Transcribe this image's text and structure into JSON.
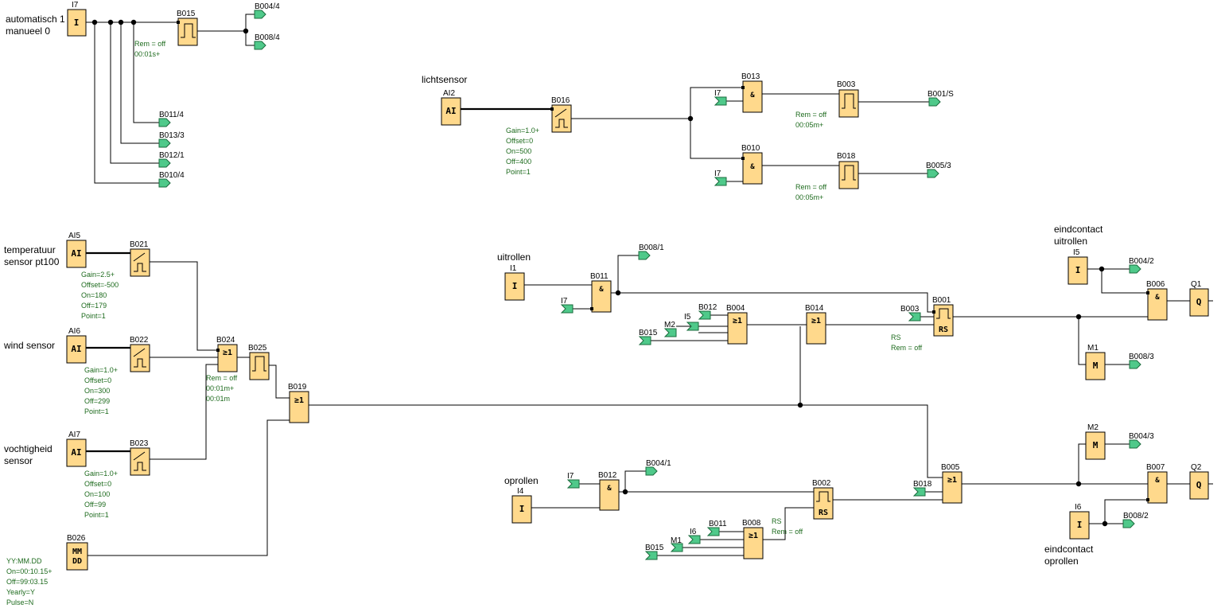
{
  "sections": {
    "mode": [
      "automatisch 1",
      "manueel 0"
    ],
    "lichtsensor": "lichtsensor",
    "temperatuur": [
      "temperatuur",
      "sensor pt100"
    ],
    "wind": "wind sensor",
    "vochtigheid": [
      "vochtigheid",
      "sensor"
    ],
    "uitrollen": "uitrollen",
    "oprollen": "oprollen",
    "eindcontact_uit": [
      "eindcontact",
      "uitrollen"
    ],
    "eindcontact_op": [
      "eindcontact",
      "oprollen"
    ]
  },
  "blocks": {
    "I7": {
      "label": "I7",
      "sym": "I"
    },
    "B015": {
      "label": "B015",
      "params": [
        "Rem = off",
        "00:01s+"
      ]
    },
    "AI2": {
      "label": "AI2",
      "sym": "AI"
    },
    "B016": {
      "label": "B016",
      "params": [
        "Gain=1.0+",
        "Offset=0",
        "On=500",
        "Off=400",
        "Point=1"
      ]
    },
    "B013": {
      "label": "B013",
      "sym": "&"
    },
    "B003": {
      "label": "B003",
      "params": [
        "Rem = off",
        "00:05m+"
      ]
    },
    "B010": {
      "label": "B010",
      "sym": "&"
    },
    "B018": {
      "label": "B018",
      "params": [
        "Rem = off",
        "00:05m+"
      ]
    },
    "AI5": {
      "label": "AI5",
      "sym": "AI"
    },
    "B021": {
      "label": "B021",
      "params": [
        "Gain=2.5+",
        "Offset=-500",
        "On=180",
        "Off=179",
        "Point=1"
      ]
    },
    "AI6": {
      "label": "AI6",
      "sym": "AI"
    },
    "B022": {
      "label": "B022",
      "params": [
        "Gain=1.0+",
        "Offset=0",
        "On=300",
        "Off=299",
        "Point=1"
      ]
    },
    "AI7": {
      "label": "AI7",
      "sym": "AI"
    },
    "B023": {
      "label": "B023",
      "params": [
        "Gain=1.0+",
        "Offset=0",
        "On=100",
        "Off=99",
        "Point=1"
      ]
    },
    "B024": {
      "label": "B024",
      "sym": "≥1"
    },
    "B025": {
      "label": "B025",
      "params": [
        "Rem = off",
        "00:01m+",
        "00:01m"
      ]
    },
    "B019": {
      "label": "B019",
      "sym": "≥1"
    },
    "B026": {
      "label": "B026",
      "sym": [
        "MM",
        "DD"
      ],
      "params": [
        "YY:MM.DD",
        "On=00:10.15+",
        "Off=99:03.15",
        "Yearly=Y",
        "Pulse=N"
      ]
    },
    "I1": {
      "label": "I1",
      "sym": "I"
    },
    "B011": {
      "label": "B011",
      "sym": "&"
    },
    "B004": {
      "label": "B004",
      "sym": "≥1"
    },
    "B014": {
      "label": "B014",
      "sym": "≥1"
    },
    "B001": {
      "label": "B001",
      "sym": "RS",
      "params": [
        "RS",
        "Rem = off"
      ]
    },
    "I5": {
      "label": "I5",
      "sym": "I"
    },
    "B006": {
      "label": "B006",
      "sym": "&"
    },
    "Q1": {
      "label": "Q1",
      "sym": "Q"
    },
    "M1": {
      "label": "M1",
      "sym": "M"
    },
    "I4": {
      "label": "I4",
      "sym": "I"
    },
    "B012": {
      "label": "B012",
      "sym": "&"
    },
    "B002": {
      "label": "B002",
      "sym": "RS",
      "params": [
        "RS",
        "Rem = off"
      ]
    },
    "B008": {
      "label": "B008",
      "sym": "≥1"
    },
    "B005": {
      "label": "B005",
      "sym": "≥1"
    },
    "M2": {
      "label": "M2",
      "sym": "M"
    },
    "B007": {
      "label": "B007",
      "sym": "&"
    },
    "Q2": {
      "label": "Q2",
      "sym": "Q"
    },
    "I6": {
      "label": "I6",
      "sym": "I"
    }
  },
  "flags": {
    "f_b004_4": "B004/4",
    "f_b008_4": "B008/4",
    "f_b011_4": "B011/4",
    "f_b013_3": "B013/3",
    "f_b012_1": "B012/1",
    "f_b010_4": "B010/4",
    "f_b001_s": "B001/S",
    "f_b005_3": "B005/3",
    "f_b008_1": "B008/1",
    "f_b004_2": "B004/2",
    "f_b008_3": "B008/3",
    "f_b004_1": "B004/1",
    "f_b004_3": "B004/3",
    "f_b008_2": "B008/2"
  },
  "in_flags": {
    "i_b013_i7": "I7",
    "i_b010_i7": "I7",
    "i_b011_i7": "I7",
    "i_b012_i7": "I7",
    "i_b004_b012": "B012",
    "i_b004_i5": "I5",
    "i_b004_m2": "M2",
    "i_b004_b015": "B015",
    "i_b001_b003": "B003",
    "i_b005_b018": "B018",
    "i_b008_b011": "B011",
    "i_b008_i6": "I6",
    "i_b008_m1": "M1",
    "i_b008_b015": "B015"
  },
  "colors": {
    "block_fill": "#ffd98c",
    "flag_fill": "#4fc98a",
    "param_text": "#1e6b1e",
    "wire": "#000000"
  }
}
